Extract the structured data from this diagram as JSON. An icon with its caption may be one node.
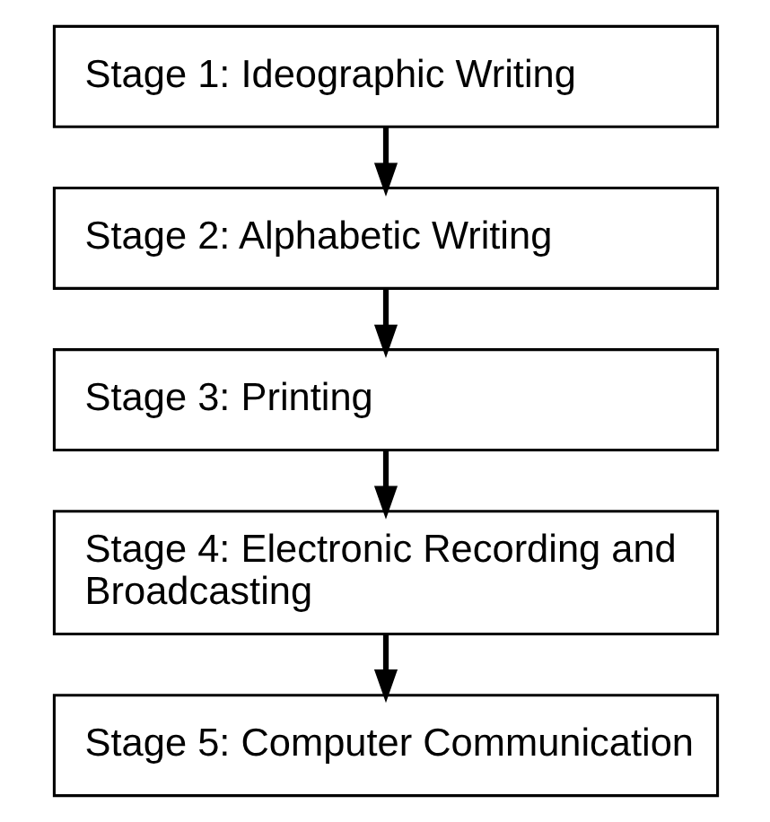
{
  "diagram": {
    "nodes": [
      {
        "text": [
          "Stage 1: Ideographic Writing"
        ]
      },
      {
        "text": [
          "Stage 2: Alphabetic Writing"
        ]
      },
      {
        "text": [
          "Stage 3: Printing"
        ]
      },
      {
        "text": [
          "Stage 4: Electronic Recording and Broadcasting"
        ]
      },
      {
        "text": [
          "Stage 5: Computer Communication"
        ]
      }
    ],
    "edges": [
      {
        "from": 0,
        "to": 1,
        "arrow": "to"
      },
      {
        "from": 1,
        "to": 2,
        "arrow": "to"
      },
      {
        "from": 2,
        "to": 3,
        "arrow": "to"
      },
      {
        "from": 3,
        "to": 4,
        "arrow": "to"
      }
    ]
  }
}
